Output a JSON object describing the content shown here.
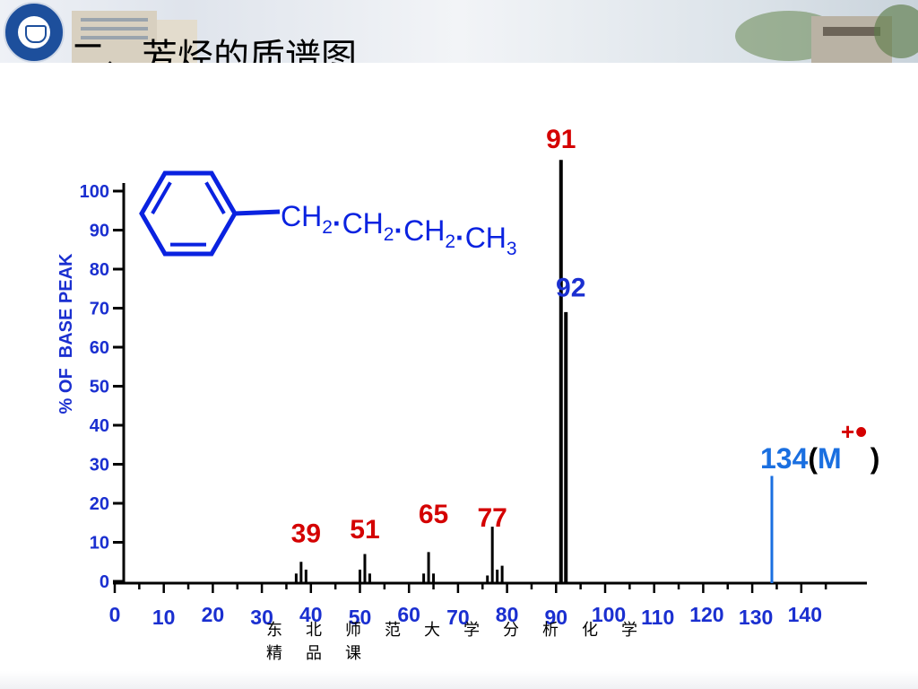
{
  "header": {
    "title": "二、芳烃的质谱图"
  },
  "chart_data": {
    "type": "bar",
    "ylabel": "% OF  BASE PEAK",
    "xlim": [
      0,
      148
    ],
    "ylim": [
      0,
      100
    ],
    "x_ticks": [
      0,
      10,
      20,
      30,
      40,
      50,
      60,
      70,
      80,
      90,
      100,
      110,
      120,
      130,
      140
    ],
    "y_ticks": [
      0,
      10,
      20,
      30,
      40,
      50,
      60,
      70,
      80,
      90,
      100
    ],
    "colors": {
      "axis": "#000000",
      "labels": "#1a2fd0",
      "peak_label": "#d40000",
      "molecular_ion": "#1a6fe0"
    },
    "peaks": [
      {
        "mz": 37,
        "intensity": 2
      },
      {
        "mz": 38,
        "intensity": 5
      },
      {
        "mz": 39,
        "intensity": 3
      },
      {
        "mz": 50,
        "intensity": 3
      },
      {
        "mz": 51,
        "intensity": 7
      },
      {
        "mz": 52,
        "intensity": 2
      },
      {
        "mz": 63,
        "intensity": 2
      },
      {
        "mz": 64,
        "intensity": 7.5
      },
      {
        "mz": 65,
        "intensity": 2
      },
      {
        "mz": 76,
        "intensity": 1.5
      },
      {
        "mz": 77,
        "intensity": 14
      },
      {
        "mz": 78,
        "intensity": 3
      },
      {
        "mz": 79,
        "intensity": 4
      },
      {
        "mz": 91,
        "intensity": 108
      },
      {
        "mz": 92,
        "intensity": 69
      },
      {
        "mz": 134,
        "intensity": 27
      }
    ],
    "annotations": [
      {
        "text": "39",
        "mz": 39,
        "y": 10,
        "color": "#d40000"
      },
      {
        "text": "51",
        "mz": 51,
        "y": 11,
        "color": "#d40000"
      },
      {
        "text": "65",
        "mz": 65,
        "y": 15,
        "color": "#d40000"
      },
      {
        "text": "77",
        "mz": 77,
        "y": 14,
        "color": "#d40000"
      },
      {
        "text": "91",
        "mz": 91,
        "y": 111,
        "color": "#d40000"
      },
      {
        "text": "92",
        "mz": 93,
        "y": 73,
        "color": "#1a2fd0"
      }
    ],
    "molecular_ion": {
      "value": "134",
      "open": "(",
      "symbol": "M",
      "charge": "+",
      "radical": "•",
      "close": ")"
    },
    "structure": {
      "formula": [
        {
          "t": "CH",
          "sub": "2"
        },
        {
          "t": "·"
        },
        {
          "t": "CH",
          "sub": "2"
        },
        {
          "t": "·"
        },
        {
          "t": "CH",
          "sub": "2"
        },
        {
          "t": "·"
        },
        {
          "t": "CH",
          "sub": "3"
        }
      ]
    }
  },
  "footer": {
    "line1": "东北师范大学分析化学",
    "line2": "精品课"
  }
}
